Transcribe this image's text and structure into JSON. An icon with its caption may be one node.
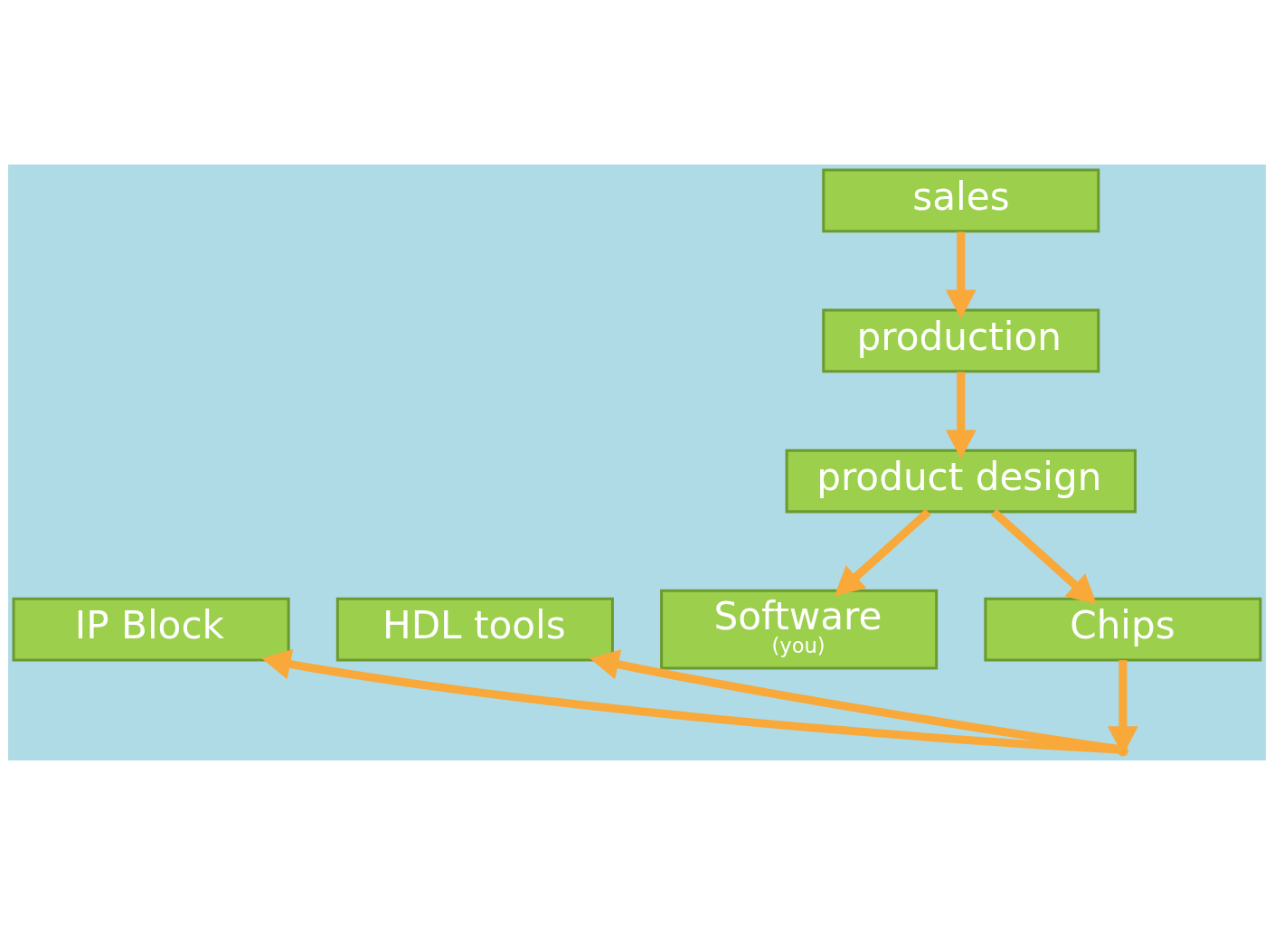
{
  "diagram": {
    "nodes": [
      {
        "text": [
          "sales"
        ]
      },
      {
        "text": [
          "production"
        ]
      },
      {
        "text": [
          "product design"
        ]
      },
      {
        "text": [
          "IP Block"
        ]
      },
      {
        "text": [
          "HDL tools"
        ]
      },
      {
        "text": [
          "Software",
          "(you)"
        ]
      },
      {
        "text": [
          "Chips"
        ]
      },
      {
        "text": [],
        "shape": "point"
      }
    ],
    "edges": [
      {
        "from": 0,
        "to": 1,
        "arrow": "to"
      },
      {
        "from": 1,
        "to": 2,
        "arrow": "to"
      },
      {
        "from": 2,
        "to": 5,
        "arrow": "to"
      },
      {
        "from": 2,
        "to": 6,
        "arrow": "to"
      },
      {
        "from": 6,
        "to": 7,
        "arrow": "to"
      },
      {
        "from": 7,
        "to": 3,
        "arrow": "to"
      },
      {
        "from": 7,
        "to": 4,
        "arrow": "to"
      }
    ]
  }
}
